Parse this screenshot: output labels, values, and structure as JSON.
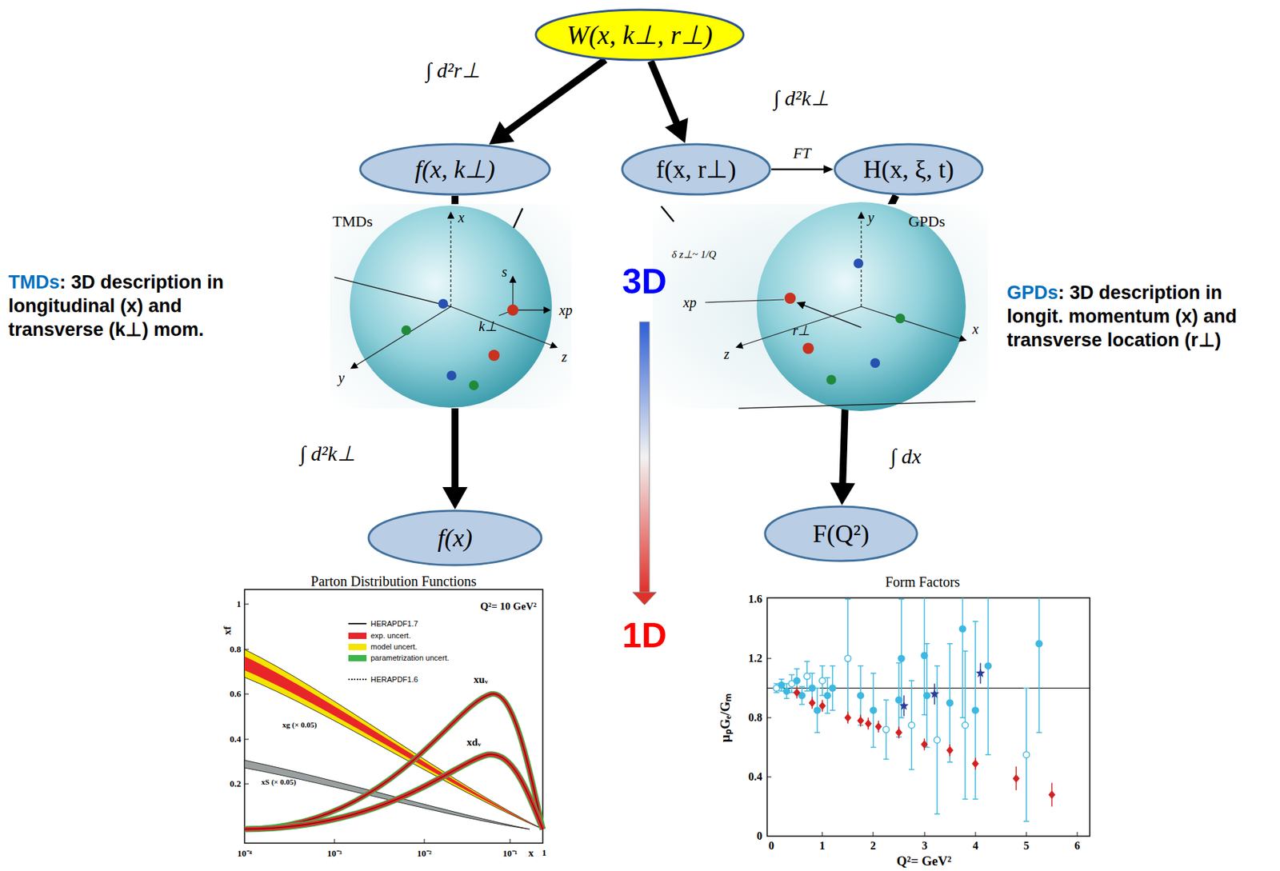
{
  "diagram": {
    "nodes": [
      {
        "text": [
          "W(x, k⊥, r⊥)"
        ]
      },
      {
        "text": [
          "f(x, k⊥)"
        ]
      },
      {
        "text": [
          "f(x, r⊥)"
        ]
      },
      {
        "text": [
          "H(x, ξ, t)"
        ]
      },
      {
        "text": [
          "f(x)"
        ]
      },
      {
        "text": [
          "F(Q²)"
        ]
      }
    ],
    "edges": [
      {
        "from": 0,
        "to": 1,
        "label": "∫ d²r⊥",
        "arrow": "to"
      },
      {
        "from": 0,
        "to": 2,
        "label": "∫ d²k⊥",
        "arrow": "to"
      },
      {
        "from": 2,
        "to": 3,
        "label": "FT",
        "arrow": "to"
      },
      {
        "from": 1,
        "to": 4,
        "label": "∫ d²k⊥",
        "arrow": "to"
      },
      {
        "from": 3,
        "to": 5,
        "label": "∫ dx",
        "arrow": "to"
      }
    ],
    "labels": [
      "TMDs",
      ": 3D description in longitudinal (x) and transverse (k⊥) mom.",
      "GPDs",
      ": 3D description in longit. momentum (x) and transverse location (r⊥)",
      "3D",
      "1D",
      "TMDs",
      "x",
      "s",
      "k⊥",
      "xp",
      "y",
      "z",
      "GPDs",
      "δ z⊥~ 1/Q",
      "xp",
      "r⊥",
      "y",
      "x",
      "z",
      "Parton Distribution Functions",
      "Q²= 10 GeV²",
      "xf",
      "1",
      "0.8",
      "0.6",
      "0.4",
      "0.2",
      "10⁻⁴",
      "10⁻³",
      "10⁻²",
      "10⁻¹",
      "x",
      "1",
      "xg (× 0.05)",
      "xS (× 0.05)",
      "xuᵥ",
      "xdᵥ",
      "Form Factors",
      "μₚGₑ/Gₘ",
      "Q²= GeV²",
      "0",
      "0.4",
      "0.8",
      "1.2",
      "1.6",
      "0",
      "1",
      "2",
      "3",
      "4",
      "5",
      "6"
    ],
    "legend": [
      {
        "text": "HERAPDF1.7"
      },
      {
        "text": "exp. uncert.",
        "color": "#e8262a"
      },
      {
        "text": "model uncert.",
        "color": "#f5e400"
      },
      {
        "text": "parametrization uncert.",
        "color": "#3cb54a"
      },
      {
        "text": "HERAPDF1.6"
      }
    ]
  }
}
